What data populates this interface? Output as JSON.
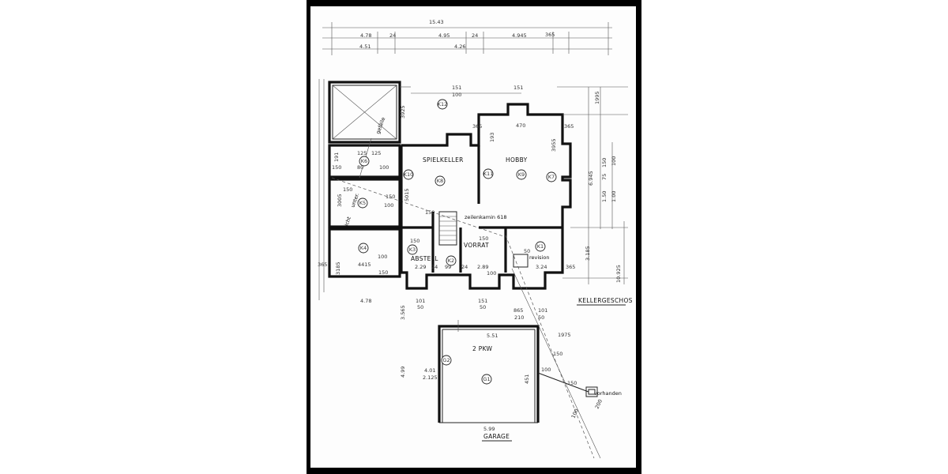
{
  "drawing": {
    "sheet_label": "KELLERGESCHOS",
    "garage_label": "GARAGE",
    "rooms": {
      "spielkeller": "SPIELKELLER",
      "hobby": "HOBBY",
      "vorrat": "VORRAT",
      "abstell": "ABSTELL",
      "pkw": "2 PKW"
    },
    "notes": {
      "chimney": "zeilenkamin 618",
      "revision": "revision",
      "vorhanden": "vorhanden",
      "gefalle": "gefälle",
      "unterputz": "unter.",
      "leicht": "leicht"
    },
    "markers": [
      "K1",
      "K2",
      "K3",
      "K4",
      "K5",
      "K6",
      "K8",
      "K9",
      "K10",
      "K11",
      "K12",
      "G1",
      "G2",
      "K7"
    ],
    "dimensions": {
      "top_total": "15.43",
      "top_a": "4.78",
      "top_b": "24",
      "top_c": "4.95",
      "top_d": "24",
      "top_e": "4.945",
      "top_f": "365",
      "top_g": "4.51",
      "top_h": "4.26",
      "d151a": "151",
      "d100": "100",
      "d151b": "151",
      "d470": "470",
      "d193": "193",
      "d3955": "3955",
      "d1995": "1995",
      "d6945": "6.945",
      "d150": "150",
      "d75": "75",
      "d100b": "100",
      "d1_50": "1.50",
      "d1_00": "1.00",
      "d3925": "3925",
      "d191": "191",
      "d125a": "125",
      "d125b": "125",
      "d80": "80",
      "d100c": "100",
      "d3005": "3005",
      "d5015": "5015",
      "d4415": "4415",
      "d3185": "3185",
      "d3185b": "3.185",
      "d10925": "10.925",
      "d229": "2.29",
      "d289": "2.89",
      "d324": "3.24",
      "d24a": "24",
      "d24b": "24",
      "d99": "99",
      "bottom_478": "4.78",
      "d101a": "101",
      "d50a": "50",
      "d151c": "151",
      "d50b": "50",
      "d865": "865",
      "d101b": "101",
      "d210": "210",
      "d50c": "50",
      "d3565": "3.565",
      "d551": "5.51",
      "d1975": "1975",
      "d499": "4.99",
      "d401": "4.01",
      "d2125": "2.125",
      "d451": "451",
      "d599": "5.99",
      "d150g": "150",
      "d100g": "100",
      "d150h": "150",
      "d100h": "100",
      "d200": "200",
      "d36a": "365",
      "d36b": "365",
      "d36c": "365",
      "d36d": "365",
      "d100d": "100",
      "d150k": "150",
      "d150l": "150",
      "d100e": "100",
      "d50d": "50",
      "d150m": "150"
    }
  }
}
